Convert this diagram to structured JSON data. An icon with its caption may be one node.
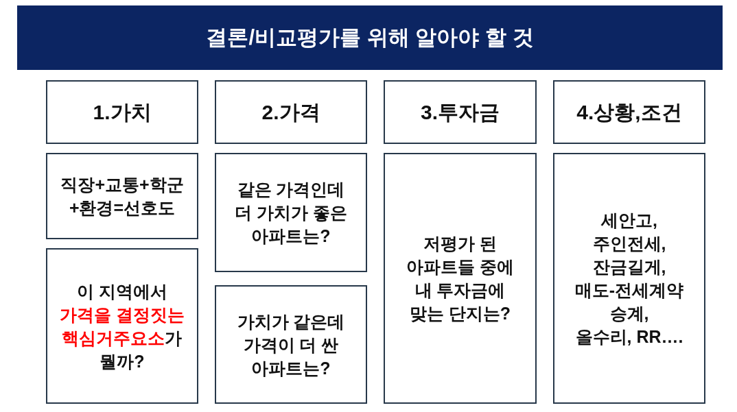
{
  "diagram": {
    "title": "결론/비교평가를 위해 알아야 할 것",
    "nodes": [
      {
        "text": [
          "1.가치"
        ]
      },
      {
        "text": [
          "2.가격"
        ]
      },
      {
        "text": [
          "3.투자금"
        ]
      },
      {
        "text": [
          "4.상황,조건"
        ]
      },
      {
        "text": [
          "직장+교통+학군 +환경=선호도"
        ]
      },
      {
        "text": [
          "이 지역에서 **가격을 결정짓는 핵심거주요소**가 뭘까?"
        ]
      },
      {
        "text": [
          "같은 가격인데 더 가치가 좋은 아파트는?"
        ]
      },
      {
        "text": [
          "가치가 같은데 가격이 더 싼 아파트는?"
        ]
      },
      {
        "text": [
          "저평가 된 아파트들 중에 내 투자금에 맞는 단지는?"
        ]
      },
      {
        "text": [
          "세안고, 주인전세, 잔금길게, 매도-전세계약 승계, 올수리, RR…."
        ]
      }
    ]
  }
}
